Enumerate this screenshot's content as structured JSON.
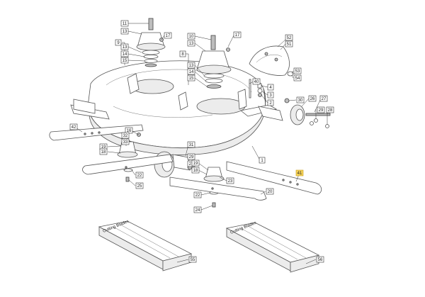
{
  "callouts": [
    {
      "id": "c11",
      "text": "11"
    },
    {
      "id": "c13a",
      "text": "13"
    },
    {
      "id": "c17a",
      "text": "17"
    },
    {
      "id": "c9",
      "text": "9"
    },
    {
      "id": "c13b",
      "text": "13"
    },
    {
      "id": "c14a",
      "text": "14"
    },
    {
      "id": "c15a",
      "text": "15"
    },
    {
      "id": "c10",
      "text": "10"
    },
    {
      "id": "c13c",
      "text": "13"
    },
    {
      "id": "c17b",
      "text": "17"
    },
    {
      "id": "c8",
      "text": "8"
    },
    {
      "id": "c13d",
      "text": "13"
    },
    {
      "id": "c14b",
      "text": "14"
    },
    {
      "id": "c15b",
      "text": "15"
    },
    {
      "id": "c40",
      "text": "40"
    },
    {
      "id": "c4",
      "text": "4"
    },
    {
      "id": "c3",
      "text": "3"
    },
    {
      "id": "c2",
      "text": "2"
    },
    {
      "id": "c52",
      "text": "52"
    },
    {
      "id": "c51",
      "text": "51"
    },
    {
      "id": "c53",
      "text": "53"
    },
    {
      "id": "c54",
      "text": "54"
    },
    {
      "id": "c30",
      "text": "30"
    },
    {
      "id": "c26",
      "text": "26"
    },
    {
      "id": "c27",
      "text": "27"
    },
    {
      "id": "c29a",
      "text": "29"
    },
    {
      "id": "c28",
      "text": "28"
    },
    {
      "id": "c42",
      "text": "42"
    },
    {
      "id": "c16",
      "text": "16"
    },
    {
      "id": "c32",
      "text": "32"
    },
    {
      "id": "c33",
      "text": "33"
    },
    {
      "id": "c19a",
      "text": "19"
    },
    {
      "id": "c18a",
      "text": "18"
    },
    {
      "id": "c31",
      "text": "31"
    },
    {
      "id": "c29b",
      "text": "29"
    },
    {
      "id": "c21",
      "text": "21"
    },
    {
      "id": "c22a",
      "text": "22"
    },
    {
      "id": "c25",
      "text": "25"
    },
    {
      "id": "c19b",
      "text": "19"
    },
    {
      "id": "c18b",
      "text": "18"
    },
    {
      "id": "c22b",
      "text": "22"
    },
    {
      "id": "c23",
      "text": "23"
    },
    {
      "id": "c20",
      "text": "20"
    },
    {
      "id": "c24",
      "text": "24"
    },
    {
      "id": "c1",
      "text": "1"
    },
    {
      "id": "c41",
      "text": "41",
      "highlight": true
    },
    {
      "id": "c55",
      "text": "55"
    },
    {
      "id": "c56",
      "text": "56"
    }
  ],
  "tags": {
    "left": "Cutting Blades",
    "right": "Cutting Blades"
  },
  "highlight_color": "#f6d35a"
}
